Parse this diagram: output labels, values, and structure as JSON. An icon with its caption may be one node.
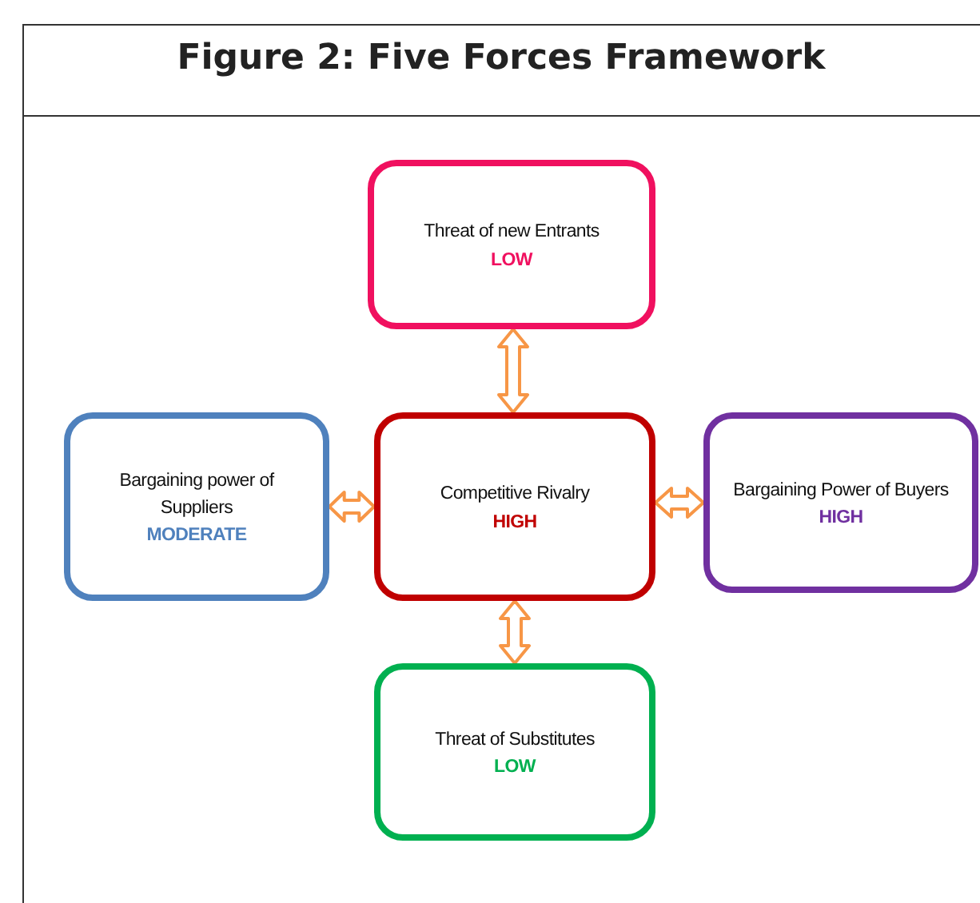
{
  "diagram": {
    "title": "Figure 2: Five Forces Framework",
    "nodes": [
      {
        "text": [
          "Threat of new Entrants",
          "LOW"
        ]
      },
      {
        "text": [
          "Bargaining power of Suppliers",
          "MODERATE"
        ]
      },
      {
        "text": [
          "Competitive Rivalry",
          "HIGH"
        ]
      },
      {
        "text": [
          "Bargaining Power of Buyers",
          "HIGH"
        ]
      },
      {
        "text": [
          "Threat of Substitutes",
          "LOW"
        ]
      }
    ],
    "edges": [
      {
        "from": 0,
        "to": 2,
        "arrow": "both"
      },
      {
        "from": 1,
        "to": 2,
        "arrow": "both"
      },
      {
        "from": 2,
        "to": 3,
        "arrow": "both"
      },
      {
        "from": 2,
        "to": 4,
        "arrow": "both"
      }
    ]
  }
}
